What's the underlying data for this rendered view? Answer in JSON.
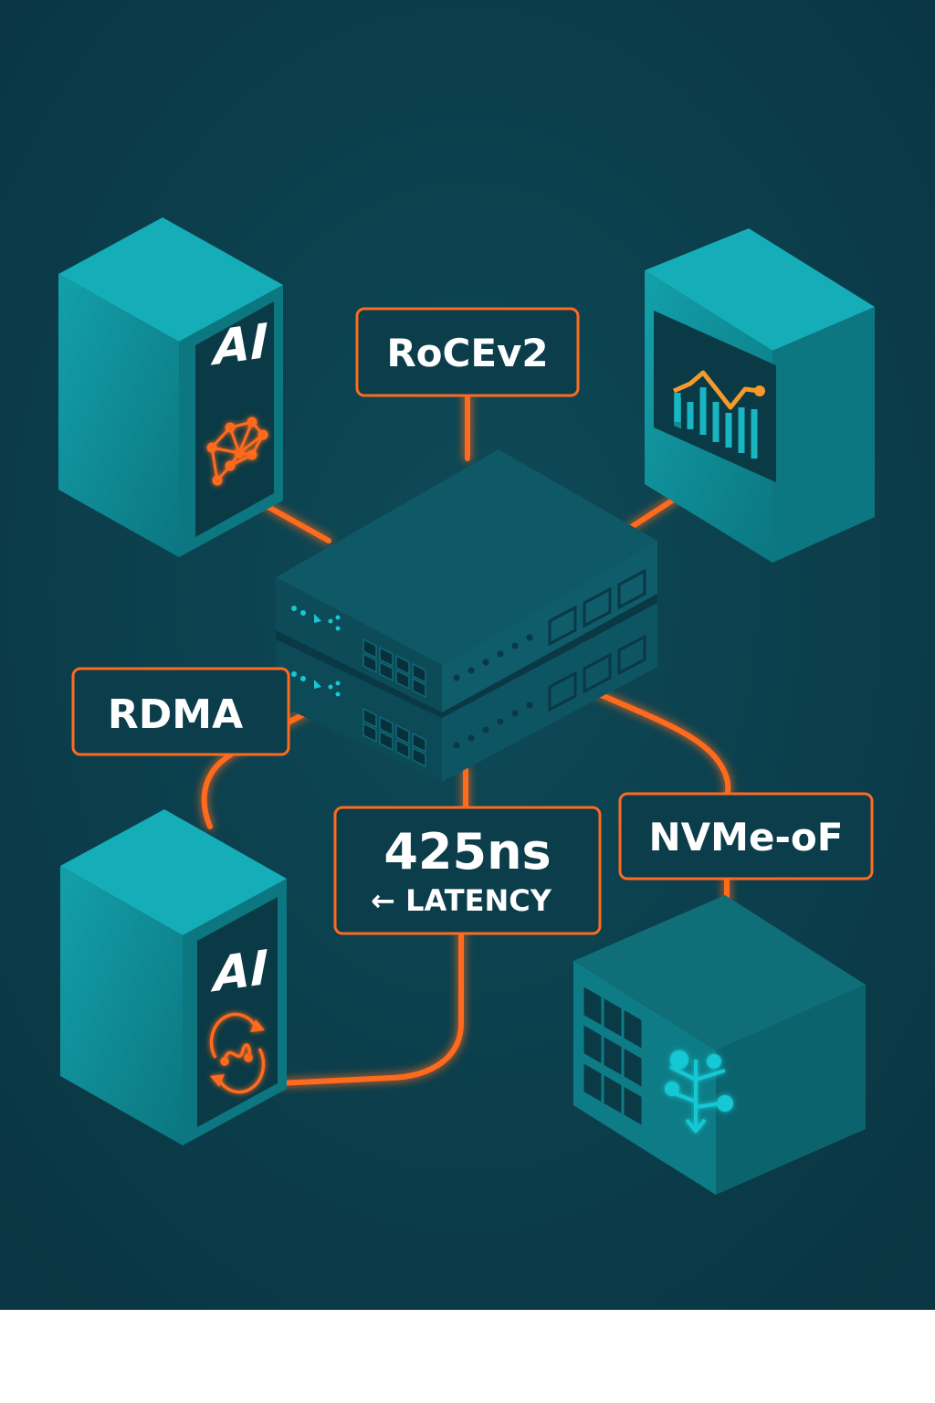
{
  "labels": {
    "rocev2": "RoCEv2",
    "rdma": "RDMA",
    "latency_value": "425ns",
    "latency_caption": "← LATENCY",
    "nvme": "NVMe-oF",
    "ai_top": "AI",
    "ai_bottom": "AI"
  },
  "icons": {
    "top_left": "neural-network-icon",
    "bottom_left": "sync-cycle-icon",
    "top_right": "line-bar-chart-icon",
    "bottom_right": "usb-branch-icon",
    "switch_ports": "ethernet-port-icon"
  },
  "colors": {
    "background": "#0b3d4b",
    "accent": "#ff6a1f",
    "server_front": "#0e8c96",
    "server_side": "#0b6f78",
    "server_top": "#12a3ae",
    "switch_top": "#0f5562",
    "switch_front": "#0b4552",
    "icon_cyan": "#19c7d4",
    "chart_orange": "#f59a2a"
  }
}
